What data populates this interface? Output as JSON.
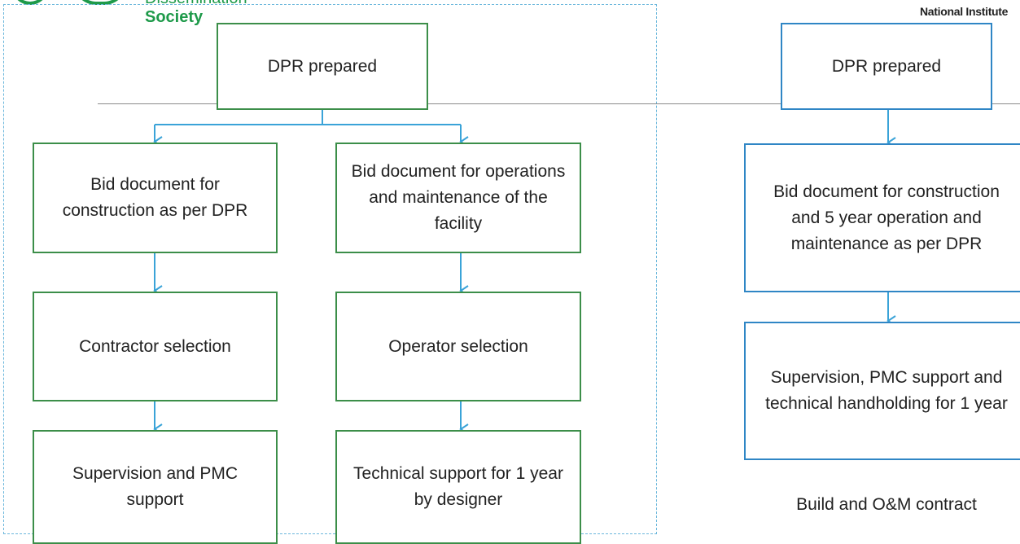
{
  "logo": {
    "line1": "Dissemination",
    "line2": "Society"
  },
  "institute_label": "National Institute",
  "left_flow": {
    "top": "DPR prepared",
    "construction": {
      "bid": "Bid document for construction as per DPR",
      "selection": "Contractor selection",
      "support": "Supervision and PMC support"
    },
    "operations": {
      "bid": "Bid document for operations and maintenance of the facility",
      "selection": "Operator selection",
      "support": "Technical support for 1 year by designer"
    }
  },
  "right_flow": {
    "top": "DPR prepared",
    "bid": "Bid document for construction and 5 year operation and maintenance as per DPR",
    "support": "Supervision, PMC support and technical handholding for 1 year",
    "caption": "Build and O&M contract"
  },
  "colors": {
    "left_box_border": "#3c8e49",
    "right_box_border": "#2f86c5",
    "arrow": "#3aa3d8",
    "logo": "#1e9a4a",
    "dashed_border": "#6bb7dc"
  }
}
